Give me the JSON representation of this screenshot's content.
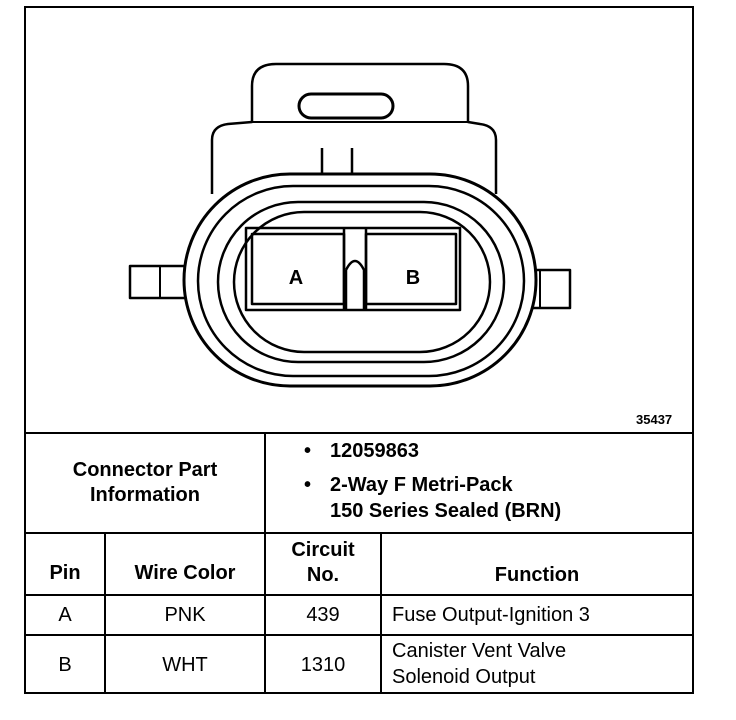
{
  "figure_id": "35437",
  "connector_labels": {
    "cavity_a": "A",
    "cavity_b": "B"
  },
  "part_info": {
    "label_line1": "Connector Part",
    "label_line2": "Information",
    "part_number": "12059863",
    "description_line1": "2-Way F Metri-Pack",
    "description_line2": "150 Series Sealed (BRN)"
  },
  "table": {
    "headers": {
      "pin": "Pin",
      "wire_color": "Wire Color",
      "circuit_line1": "Circuit",
      "circuit_line2": "No.",
      "function": "Function"
    },
    "rows": [
      {
        "pin": "A",
        "wire_color": "PNK",
        "circuit": "439",
        "function_line1": "Fuse Output-Ignition 3",
        "function_line2": ""
      },
      {
        "pin": "B",
        "wire_color": "WHT",
        "circuit": "1310",
        "function_line1": "Canister Vent Valve",
        "function_line2": "Solenoid Output"
      }
    ]
  },
  "bullet_glyph": "•"
}
